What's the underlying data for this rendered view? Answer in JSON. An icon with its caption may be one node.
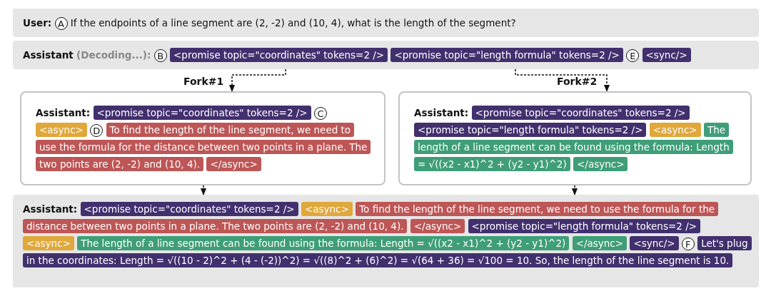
{
  "diagram": {
    "nodes": [
      {
        "text": [
          "User:",
          "A",
          "If the endpoints of a line segment are (2, -2) and (10, 4), what is the length of the segment?"
        ]
      },
      {
        "text": [
          "Assistant",
          "(Decoding...):",
          "B",
          "<promise topic=\"coordinates\" tokens=2 />",
          "<promise topic=\"length formula\" tokens=2 />",
          "E",
          "<sync/>"
        ]
      },
      {
        "text": [
          "Fork#1",
          "Assistant:",
          "<promise topic=\"coordinates\" tokens=2 />",
          "C",
          "<async>",
          "D",
          "To find the length of the line segment, we need to use the formula for the distance between two points in a plane. The two points are (2, -2) and (10, 4).",
          "</async>"
        ]
      },
      {
        "text": [
          "Fork#2",
          "Assistant:",
          "<promise topic=\"coordinates\" tokens=2 />",
          "<promise topic=\"length formula\" tokens=2 />",
          "<async>",
          "The length of a line segment can be found using the formula: Length = √((x2 - x1)^2 + (y2 - y1)^2)",
          "</async>"
        ]
      },
      {
        "text": [
          "Assistant:",
          "<promise topic=\"coordinates\" tokens=2 />",
          "<async>",
          "To find the length of the line segment, we need to use the formula for the distance between two points in a plane. The two points are (2, -2) and (10, 4).",
          "</async>",
          "<promise topic=\"length formula\" tokens=2 />",
          "<async>",
          "The length of a line segment can be found using the formula: Length = √((x2 - x1)^2 + (y2 - y1)^2)",
          "</async>",
          "<sync/>",
          "F",
          "Let's plug in the coordinates: Length = √((10 - 2)^2 + (4 - (-2))^2) = √((8)^2 + (6)^2) = √(64 + 36) = √100 = 10. So, the length of the line segment is 10."
        ]
      }
    ],
    "edges": [
      {
        "from": 1,
        "to": 2,
        "arrow": "to",
        "style": "dashed"
      },
      {
        "from": 1,
        "to": 3,
        "arrow": "to",
        "style": "dashed"
      },
      {
        "from": 2,
        "to": 4,
        "arrow": "to",
        "style": "dashed"
      },
      {
        "from": 3,
        "to": 4,
        "arrow": "to",
        "style": "dashed"
      }
    ]
  }
}
